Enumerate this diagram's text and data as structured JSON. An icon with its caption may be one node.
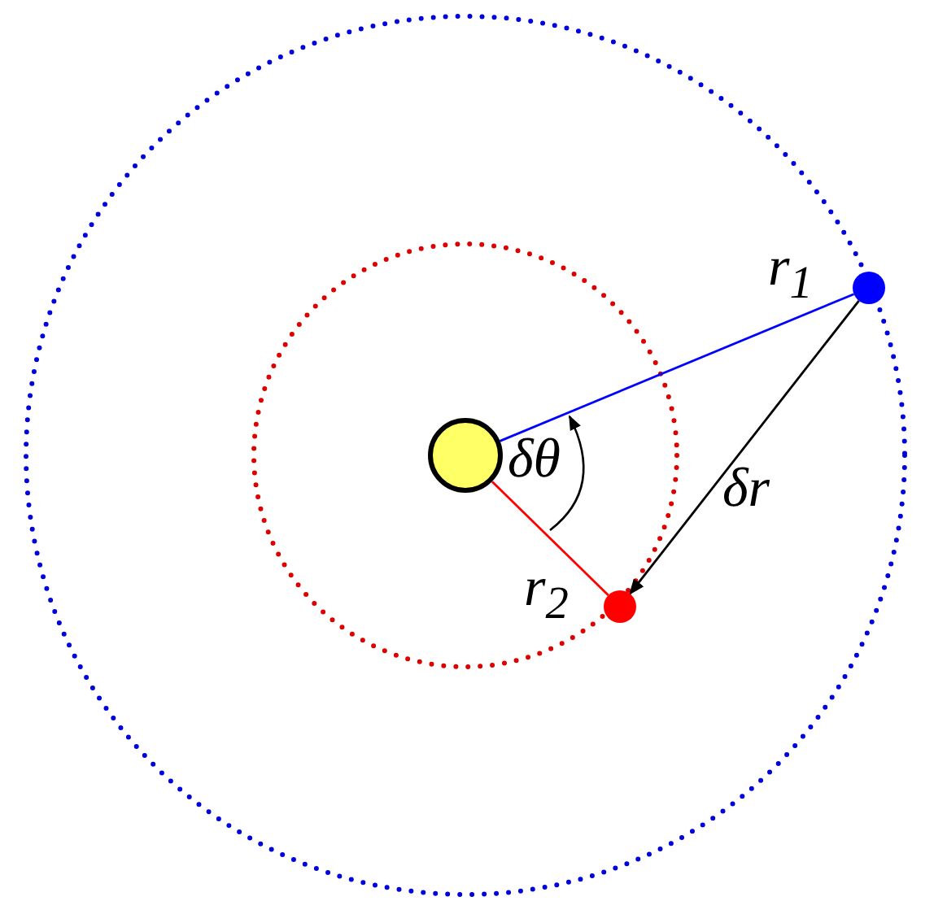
{
  "diagram": {
    "nodes": [
      {
        "text": [],
        "shape": "circle"
      },
      {
        "text": [],
        "shape": "circle"
      },
      {
        "text": [],
        "shape": "circle"
      }
    ],
    "edges": [
      {
        "from": 0,
        "to": 1,
        "arrow": "none",
        "color": "#0000ff"
      },
      {
        "from": 0,
        "to": 2,
        "arrow": "none",
        "color": "#ff0000"
      },
      {
        "from": 1,
        "to": 2,
        "arrow": "to",
        "color": "#000000"
      }
    ],
    "labels": [
      "r$_{1}$",
      "δθ",
      "δr",
      "r$_{2}$"
    ]
  }
}
